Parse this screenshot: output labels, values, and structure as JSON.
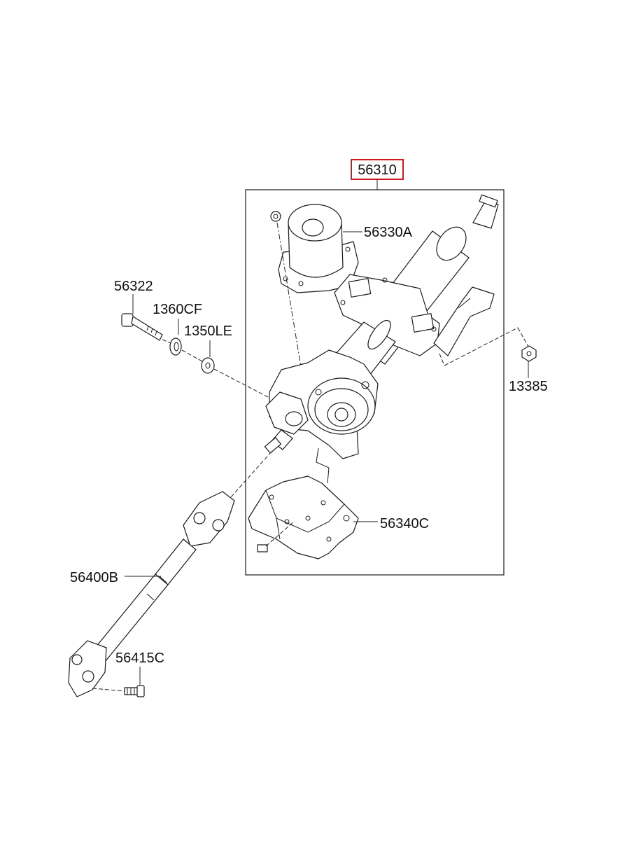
{
  "labels": {
    "assembly": "56310",
    "motor": "56330A",
    "bolt": "56322",
    "ring": "1360CF",
    "washer": "1350LE",
    "nut": "13385",
    "bracket": "56340C",
    "shaft": "56400B",
    "shaft_bolt": "56415C"
  },
  "colors": {
    "highlight_box": "#d0191f",
    "line": "#1a1a1a",
    "background": "#ffffff"
  },
  "icons": {
    "motor": "electric-motor-icon",
    "column": "steering-column-icon",
    "bracket": "mounting-bracket-icon",
    "shaft": "universal-joint-shaft-icon"
  }
}
